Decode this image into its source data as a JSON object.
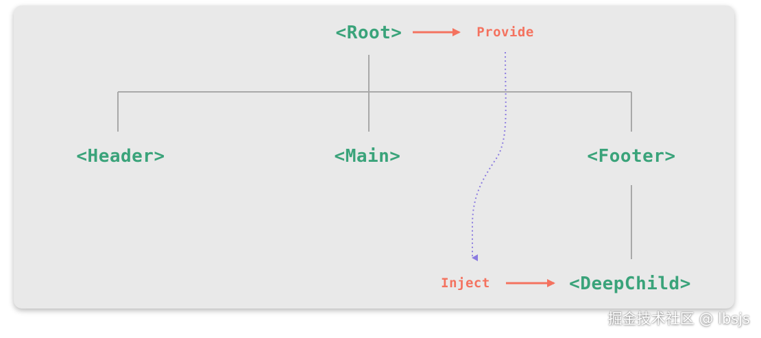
{
  "colors": {
    "panel_bg": "#e9e9e9",
    "component": "#3aa37a",
    "accent": "#f4725f",
    "connector": "#a8a8a8",
    "dotted_path": "#8b7be0"
  },
  "nodes": {
    "root": "<Root>",
    "header": "<Header>",
    "main": "<Main>",
    "footer": "<Footer>",
    "deep_child": "<DeepChild>"
  },
  "labels": {
    "provide": "Provide",
    "inject": "Inject"
  },
  "watermark": "掘金技术社区 @ lbsjs"
}
